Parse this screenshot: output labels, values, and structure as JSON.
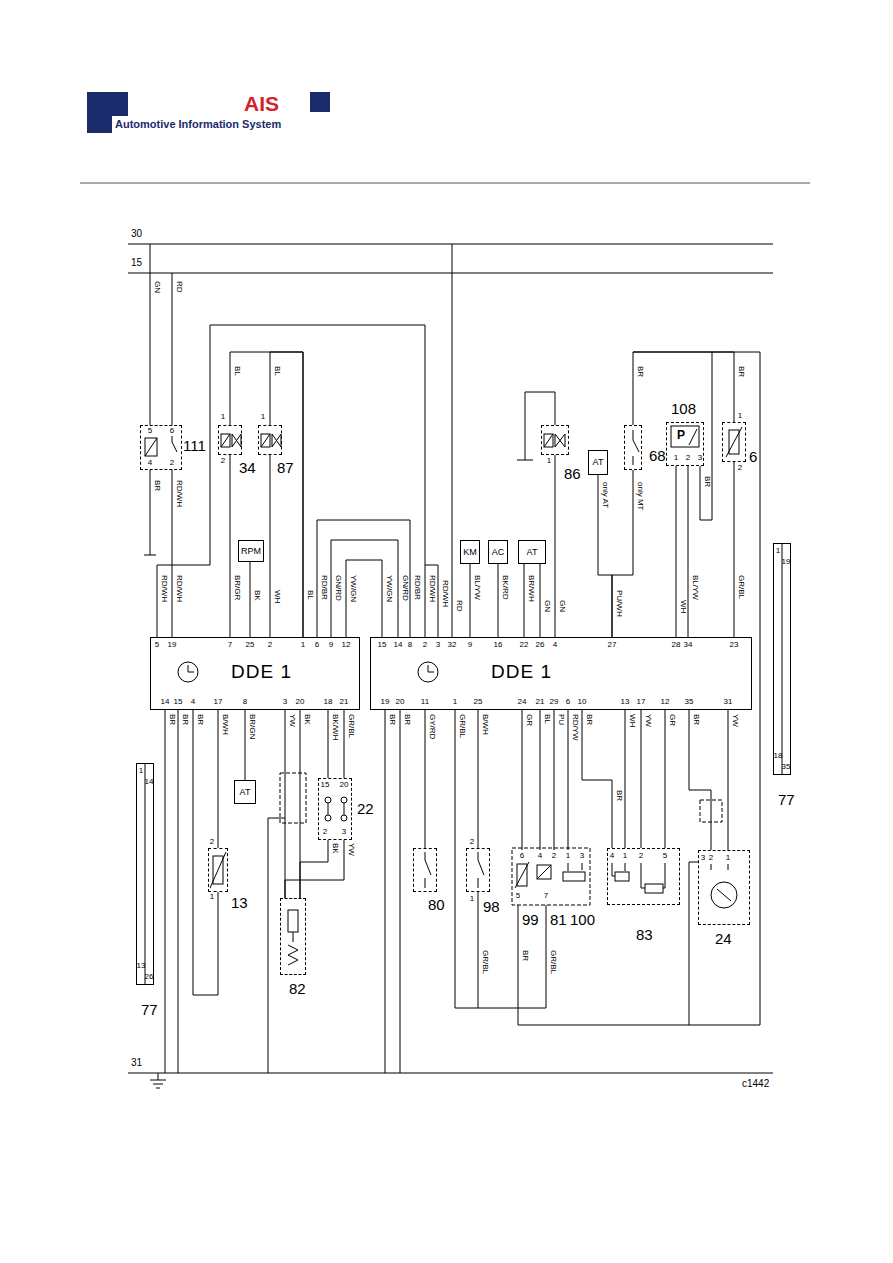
{
  "diagram": {
    "nodes": [
      {
        "text": [
          "DDE 1"
        ]
      },
      {
        "text": [
          "DDE 1"
        ]
      },
      {
        "text": [
          "111"
        ]
      },
      {
        "text": [
          "34"
        ]
      },
      {
        "text": [
          "87"
        ]
      },
      {
        "text": [
          "RPM"
        ]
      },
      {
        "text": [
          "KM"
        ]
      },
      {
        "text": [
          "AC"
        ]
      },
      {
        "text": [
          "AT"
        ]
      },
      {
        "text": [
          "86"
        ]
      },
      {
        "text": [
          "AT"
        ]
      },
      {
        "text": [
          "68"
        ]
      },
      {
        "text": [
          "108",
          "P"
        ]
      },
      {
        "text": [
          "6"
        ]
      },
      {
        "text": [
          "77"
        ]
      },
      {
        "text": [
          "AT"
        ]
      },
      {
        "text": [
          "13"
        ]
      },
      {
        "text": [
          "22"
        ]
      },
      {
        "text": [
          "82"
        ]
      },
      {
        "text": [
          "80"
        ]
      },
      {
        "text": [
          "98"
        ]
      },
      {
        "text": [
          "99"
        ]
      },
      {
        "text": [
          "81"
        ]
      },
      {
        "text": [
          "100"
        ]
      },
      {
        "text": [
          "83"
        ]
      },
      {
        "text": [
          "24"
        ]
      },
      {
        "text": [
          "77"
        ]
      }
    ],
    "edges": [
      {
        "from": 2,
        "to": 0,
        "arrow": "none"
      },
      {
        "from": 3,
        "to": 0,
        "arrow": "none"
      },
      {
        "from": 4,
        "to": 0,
        "arrow": "none"
      },
      {
        "from": 5,
        "to": 0,
        "arrow": "none"
      },
      {
        "from": 3,
        "to": 0,
        "arrow": "none"
      },
      {
        "from": 4,
        "to": 0,
        "arrow": "none"
      },
      {
        "from": 0,
        "to": 1,
        "arrow": "none"
      },
      {
        "from": 0,
        "to": 1,
        "arrow": "none"
      },
      {
        "from": 0,
        "to": 1,
        "arrow": "none"
      },
      {
        "from": 1,
        "to": 0,
        "arrow": "none"
      },
      {
        "from": 6,
        "to": 1,
        "arrow": "none"
      },
      {
        "from": 7,
        "to": 1,
        "arrow": "none"
      },
      {
        "from": 8,
        "to": 1,
        "arrow": "none"
      },
      {
        "from": 8,
        "to": 1,
        "arrow": "none"
      },
      {
        "from": 9,
        "to": 1,
        "arrow": "none"
      },
      {
        "from": 10,
        "to": 1,
        "arrow": "none"
      },
      {
        "from": 11,
        "to": 1,
        "arrow": "none"
      },
      {
        "from": 12,
        "to": 1,
        "arrow": "none"
      },
      {
        "from": 12,
        "to": 1,
        "arrow": "none"
      },
      {
        "from": 13,
        "to": 1,
        "arrow": "none"
      },
      {
        "from": 11,
        "to": 13,
        "arrow": "none"
      },
      {
        "from": 0,
        "to": 16,
        "arrow": "none"
      },
      {
        "from": 16,
        "to": 0,
        "arrow": "none"
      },
      {
        "from": 0,
        "to": 15,
        "arrow": "none"
      },
      {
        "from": 0,
        "to": 18,
        "arrow": "none"
      },
      {
        "from": 0,
        "to": 18,
        "arrow": "none"
      },
      {
        "from": 0,
        "to": 17,
        "arrow": "none"
      },
      {
        "from": 0,
        "to": 17,
        "arrow": "none"
      },
      {
        "from": 17,
        "to": 18,
        "arrow": "none"
      },
      {
        "from": 17,
        "to": 18,
        "arrow": "none"
      },
      {
        "from": 1,
        "to": 19,
        "arrow": "none"
      },
      {
        "from": 1,
        "to": 20,
        "arrow": "none"
      },
      {
        "from": 20,
        "to": 1,
        "arrow": "none"
      },
      {
        "from": 1,
        "to": 21,
        "arrow": "none"
      },
      {
        "from": 1,
        "to": 22,
        "arrow": "none"
      },
      {
        "from": 1,
        "to": 22,
        "arrow": "none"
      },
      {
        "from": 1,
        "to": 23,
        "arrow": "none"
      },
      {
        "from": 1,
        "to": 24,
        "arrow": "none"
      },
      {
        "from": 1,
        "to": 24,
        "arrow": "none"
      },
      {
        "from": 1,
        "to": 24,
        "arrow": "none"
      },
      {
        "from": 1,
        "to": 24,
        "arrow": "none"
      },
      {
        "from": 1,
        "to": 25,
        "arrow": "none"
      },
      {
        "from": 1,
        "to": 25,
        "arrow": "none"
      }
    ],
    "labels": [
      "AIS",
      "Automotive Information System",
      "30",
      "15",
      "31",
      "c1442",
      "GN",
      "RD",
      "BR",
      "RD/WH",
      "BL",
      "BL",
      "RD/WH",
      "RD/WH",
      "BR/GR",
      "BK",
      "WH",
      "BL",
      "RD/BR",
      "GN/RD",
      "YW/GN",
      "YW/GN",
      "GN/RD",
      "RD/BR",
      "RD/WH",
      "RD/WH",
      "RD",
      "BL/YW",
      "BK/RD",
      "BR/WH",
      "GN",
      "GN",
      "only AT",
      "only MT",
      "PU/WH",
      "BR",
      "BR",
      "BR",
      "WH",
      "BL/YW",
      "GR/BL",
      "BR",
      "BR",
      "BR",
      "B/WH",
      "BR/GN",
      "YW",
      "BK",
      "BK/WH",
      "GR/BL",
      "BK",
      "YW",
      "BR",
      "BR",
      "GY/RD",
      "GR/BL",
      "B/WH",
      "GR",
      "BL",
      "PU",
      "RD/YW",
      "BR",
      "WH",
      "YW",
      "GR",
      "BR",
      "YW",
      "BR",
      "GR/BL",
      "BR",
      "GR/BL",
      "5",
      "19",
      "7",
      "25",
      "2",
      "1",
      "6",
      "9",
      "12",
      "14",
      "15",
      "4",
      "17",
      "8",
      "3",
      "20",
      "18",
      "21",
      "15",
      "14",
      "8",
      "2",
      "3",
      "32",
      "9",
      "16",
      "22",
      "26",
      "4",
      "27",
      "28",
      "34",
      "23",
      "19",
      "20",
      "11",
      "1",
      "25",
      "24",
      "21",
      "29",
      "6",
      "10",
      "13",
      "17",
      "12",
      "35",
      "31",
      "5",
      "6",
      "4",
      "2",
      "1",
      "2",
      "1",
      "1",
      "1",
      "2",
      "3",
      "1",
      "2",
      "2",
      "1",
      "15",
      "20",
      "2",
      "3",
      "2",
      "1",
      "6",
      "4",
      "2",
      "1",
      "3",
      "5",
      "7",
      "4",
      "1",
      "2",
      "5",
      "3",
      "2",
      "1",
      "1",
      "19",
      "18",
      "35",
      "1",
      "14",
      "13",
      "26"
    ]
  }
}
